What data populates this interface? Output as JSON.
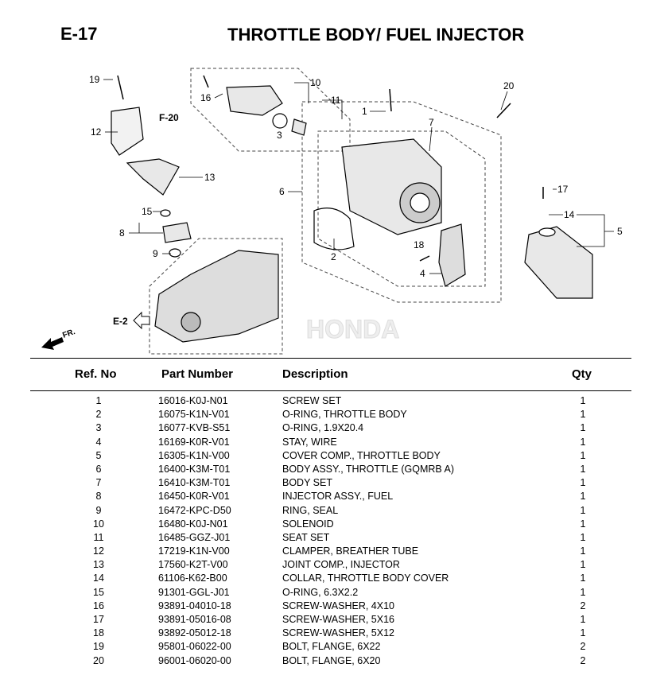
{
  "header": {
    "code": "E-17",
    "title": "THROTTLE BODY/ FUEL INJECTOR"
  },
  "diagram": {
    "callouts": [
      "1",
      "2",
      "3",
      "4",
      "5",
      "6",
      "7",
      "8",
      "9",
      "10",
      "11",
      "12",
      "13",
      "14",
      "15",
      "16",
      "17",
      "18",
      "19",
      "20"
    ],
    "refs": {
      "f20": "F-20",
      "e2": "E-2",
      "fr": "FR."
    },
    "watermark": "HONDA"
  },
  "table": {
    "columns": {
      "ref": "Ref. No",
      "part": "Part Number",
      "desc": "Description",
      "qty": "Qty"
    },
    "rows": [
      {
        "ref": "1",
        "part": "16016-K0J-N01",
        "desc": "SCREW SET",
        "qty": "1"
      },
      {
        "ref": "2",
        "part": "16075-K1N-V01",
        "desc": "O-RING, THROTTLE BODY",
        "qty": "1"
      },
      {
        "ref": "3",
        "part": "16077-KVB-S51",
        "desc": "O-RING, 1.9X20.4",
        "qty": "1"
      },
      {
        "ref": "4",
        "part": "16169-K0R-V01",
        "desc": "STAY, WIRE",
        "qty": "1"
      },
      {
        "ref": "5",
        "part": "16305-K1N-V00",
        "desc": "COVER COMP., THROTTLE BODY",
        "qty": "1"
      },
      {
        "ref": "6",
        "part": "16400-K3M-T01",
        "desc": "BODY ASSY., THROTTLE (GQMRB A)",
        "qty": "1"
      },
      {
        "ref": "7",
        "part": "16410-K3M-T01",
        "desc": "BODY SET",
        "qty": "1"
      },
      {
        "ref": "8",
        "part": "16450-K0R-V01",
        "desc": "INJECTOR ASSY., FUEL",
        "qty": "1"
      },
      {
        "ref": "9",
        "part": "16472-KPC-D50",
        "desc": "RING, SEAL",
        "qty": "1"
      },
      {
        "ref": "10",
        "part": "16480-K0J-N01",
        "desc": "SOLENOID",
        "qty": "1"
      },
      {
        "ref": "11",
        "part": "16485-GGZ-J01",
        "desc": "SEAT SET",
        "qty": "1"
      },
      {
        "ref": "12",
        "part": "17219-K1N-V00",
        "desc": "CLAMPER, BREATHER TUBE",
        "qty": "1"
      },
      {
        "ref": "13",
        "part": "17560-K2T-V00",
        "desc": "JOINT COMP., INJECTOR",
        "qty": "1"
      },
      {
        "ref": "14",
        "part": "61106-K62-B00",
        "desc": "COLLAR, THROTTLE BODY COVER",
        "qty": "1"
      },
      {
        "ref": "15",
        "part": "91301-GGL-J01",
        "desc": "O-RING, 6.3X2.2",
        "qty": "1"
      },
      {
        "ref": "16",
        "part": "93891-04010-18",
        "desc": "SCREW-WASHER, 4X10",
        "qty": "2"
      },
      {
        "ref": "17",
        "part": "93891-05016-08",
        "desc": "SCREW-WASHER, 5X16",
        "qty": "1"
      },
      {
        "ref": "18",
        "part": "93892-05012-18",
        "desc": "SCREW-WASHER, 5X12",
        "qty": "1"
      },
      {
        "ref": "19",
        "part": "95801-06022-00",
        "desc": "BOLT, FLANGE, 6X22",
        "qty": "2"
      },
      {
        "ref": "20",
        "part": "96001-06020-00",
        "desc": "BOLT, FLANGE, 6X20",
        "qty": "2"
      }
    ]
  }
}
